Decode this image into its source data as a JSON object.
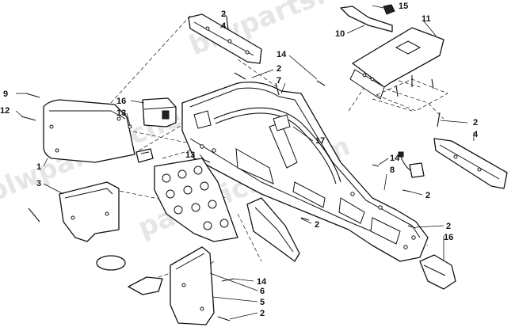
{
  "watermark": {
    "line_top": "blwpartsfiche.com",
    "line_mid": "partsfiche.com",
    "line_bottom": "blwpartsfiche.com"
  },
  "callouts": [
    {
      "id": "c2a",
      "label": "2"
    },
    {
      "id": "c4a",
      "label": "4"
    },
    {
      "id": "c15",
      "label": "15"
    },
    {
      "id": "c11",
      "label": "11"
    },
    {
      "id": "c10",
      "label": "10"
    },
    {
      "id": "c14a",
      "label": "14"
    },
    {
      "id": "c2b",
      "label": "2"
    },
    {
      "id": "c7",
      "label": "7"
    },
    {
      "id": "c9",
      "label": "9"
    },
    {
      "id": "c12",
      "label": "12"
    },
    {
      "id": "c16a",
      "label": "16"
    },
    {
      "id": "c13a",
      "label": "13"
    },
    {
      "id": "c2c",
      "label": "2"
    },
    {
      "id": "c4b",
      "label": "4"
    },
    {
      "id": "c17",
      "label": "17"
    },
    {
      "id": "c13b",
      "label": "13"
    },
    {
      "id": "c14b",
      "label": "14"
    },
    {
      "id": "c8",
      "label": "8"
    },
    {
      "id": "c1",
      "label": "1"
    },
    {
      "id": "c3",
      "label": "3"
    },
    {
      "id": "c2d",
      "label": "2"
    },
    {
      "id": "c2e",
      "label": "2"
    },
    {
      "id": "c2f",
      "label": "2"
    },
    {
      "id": "c16b",
      "label": "16"
    },
    {
      "id": "c14c",
      "label": "14"
    },
    {
      "id": "c6",
      "label": "6"
    },
    {
      "id": "c5",
      "label": "5"
    },
    {
      "id": "c2g",
      "label": "2"
    }
  ]
}
